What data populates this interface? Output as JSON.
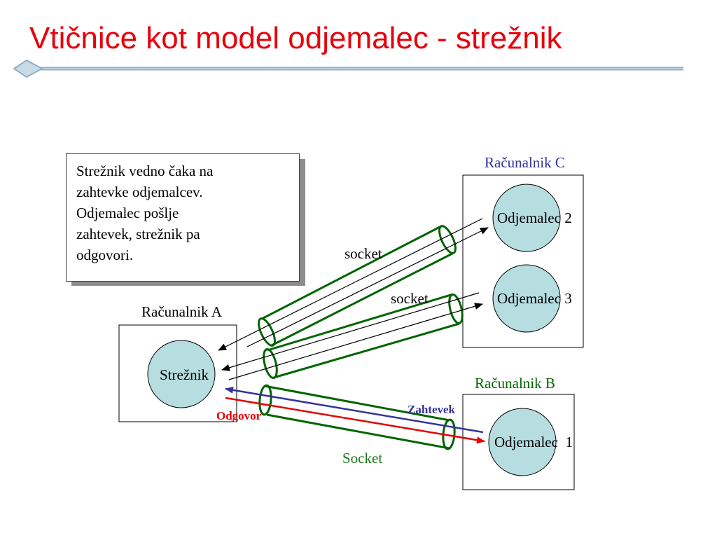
{
  "title": "Vtičnice kot model odjemalec - strežnik",
  "colors": {
    "title": "#e8000b",
    "title_rule": "#8fb0c4",
    "tube": "#006400",
    "circle_fill": "#b6dde0",
    "label_blue": "#333399",
    "response_red": "#e60000",
    "request_blue": "#33339a",
    "socket_green": "#1a7a1a"
  },
  "note": {
    "lines": [
      "Strežnik vedno čaka na",
      "zahtevke odjemalcev.",
      "Odjemalec pošlje",
      "zahtevek, strežnik pa",
      "odgovori."
    ]
  },
  "computers": {
    "a": {
      "label": "Računalnik A",
      "node": "Strežnik"
    },
    "b": {
      "label": "Računalnik B",
      "node": "Odjemalec  1"
    },
    "c": {
      "label": "Računalnik C",
      "node_top": "Odjemalec 2",
      "node_bottom": "Odjemalec 3"
    }
  },
  "connections": {
    "socket_upper": "socket",
    "socket_middle": "socket",
    "socket_lower": "Socket",
    "request": "Zahtevek",
    "response": "Odgovor"
  }
}
